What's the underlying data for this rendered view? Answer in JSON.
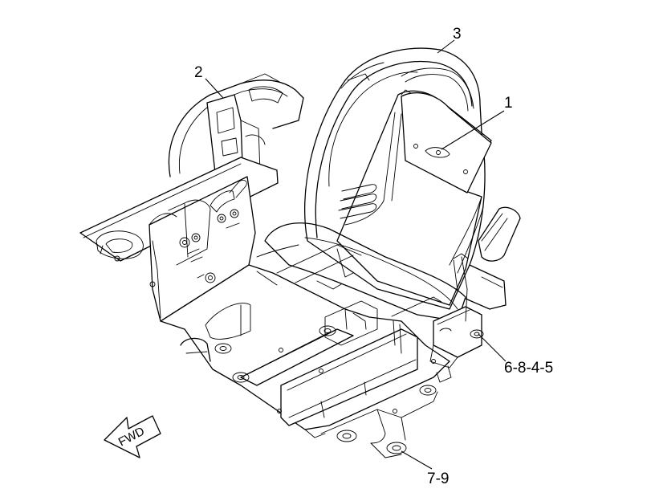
{
  "callouts": {
    "c1": "1",
    "c2": "2",
    "c3": "3",
    "c4": "6-8-4-5",
    "c5": "7-9"
  },
  "direction_arrow": {
    "label": "FWD"
  }
}
